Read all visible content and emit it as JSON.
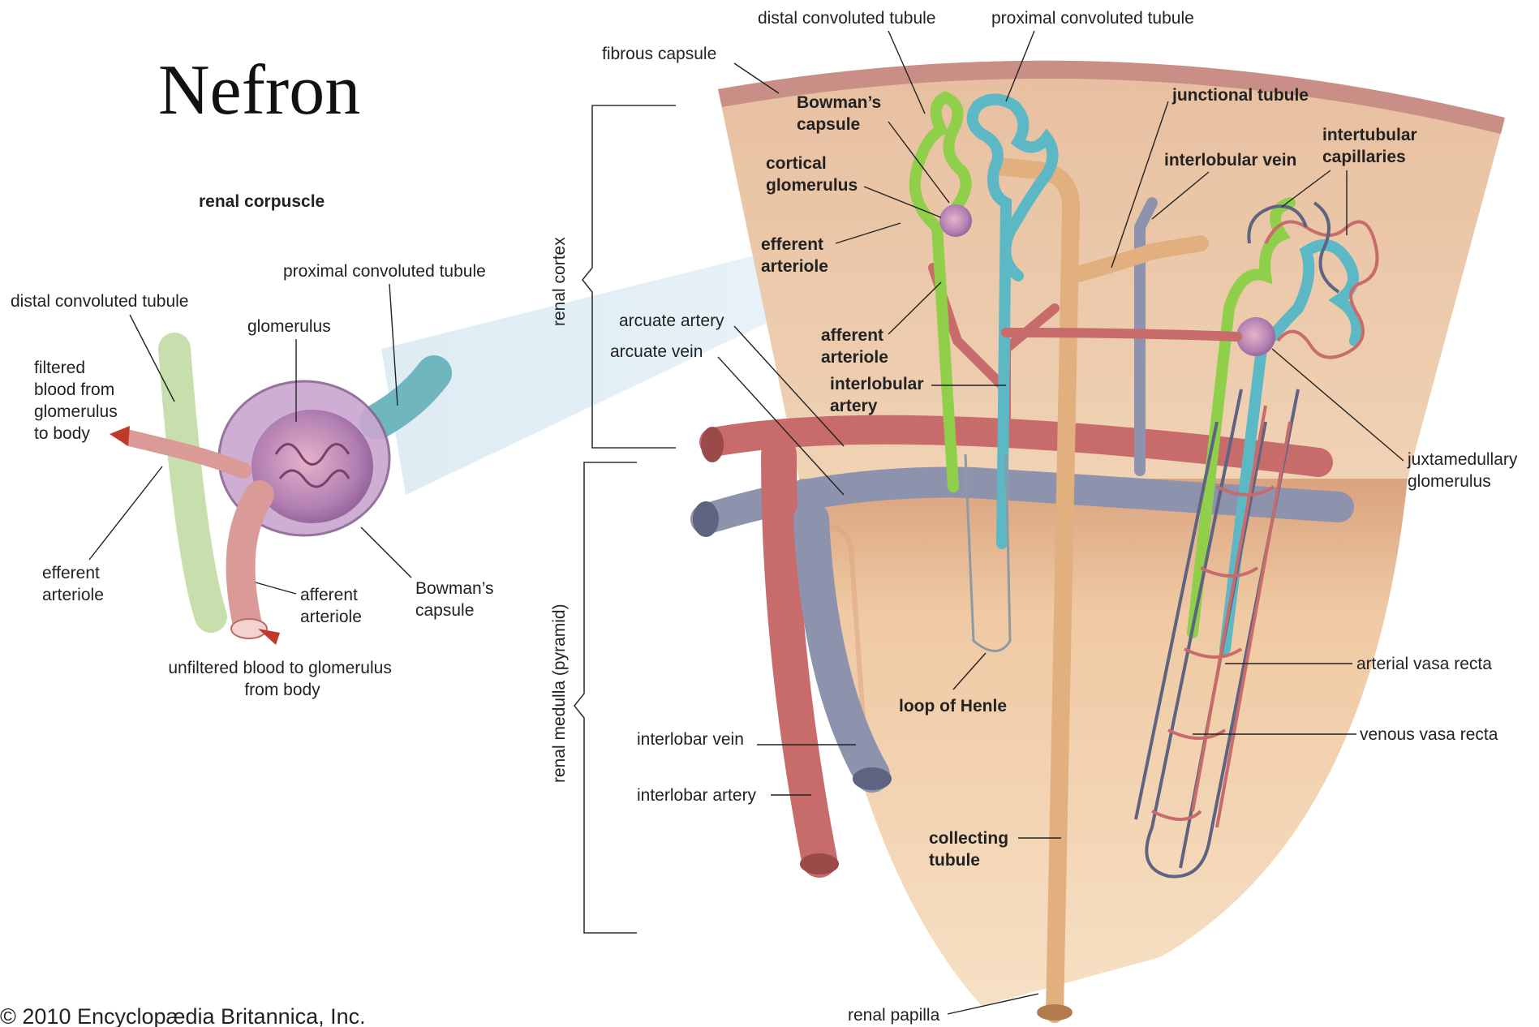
{
  "title": "Nefron",
  "copyright": "© 2010 Encyclopædia Britannica, Inc.",
  "corpuscle": {
    "heading": "renal corpuscle",
    "distal_convoluted_tubule": "distal convoluted tubule",
    "proximal_convoluted_tubule": "proximal convoluted tubule",
    "glomerulus": "glomerulus",
    "filtered_blood": [
      "filtered",
      "blood from",
      "glomerulus",
      "to body"
    ],
    "efferent_arteriole": [
      "efferent",
      "arteriole"
    ],
    "afferent_arteriole": [
      "afferent",
      "arteriole"
    ],
    "bowmans_capsule": [
      "Bowman’s",
      "capsule"
    ],
    "unfiltered_blood": [
      "unfiltered blood to glomerulus",
      "from body"
    ]
  },
  "nephron": {
    "distal_convoluted_tubule": "distal convoluted tubule",
    "proximal_convoluted_tubule": "proximal convoluted tubule",
    "fibrous_capsule": "fibrous capsule",
    "bowmans_capsule": [
      "Bowman’s",
      "capsule"
    ],
    "cortical_glomerulus": [
      "cortical",
      "glomerulus"
    ],
    "efferent_arteriole": [
      "efferent",
      "arteriole"
    ],
    "junctional_tubule": "junctional tubule",
    "interlobular_vein": "interlobular vein",
    "intertubular_capillaries": [
      "intertubular",
      "capillaries"
    ],
    "renal_cortex": "renal cortex",
    "arcuate_artery": "arcuate artery",
    "arcuate_vein": "arcuate vein",
    "afferent_arteriole": [
      "afferent",
      "arteriole"
    ],
    "interlobular_artery": [
      "interlobular",
      "artery"
    ],
    "juxtamedullary_glomerulus": [
      "juxtamedullary",
      "glomerulus"
    ],
    "arterial_vasa_recta": "arterial vasa recta",
    "venous_vasa_recta": "venous vasa recta",
    "loop_of_henle": "loop of Henle",
    "renal_medulla": "renal medulla (pyramid)",
    "interlobar_vein": "interlobar vein",
    "interlobar_artery": "interlobar artery",
    "collecting_tubule": [
      "collecting",
      "tubule"
    ],
    "renal_papilla": "renal papilla"
  },
  "colors": {
    "cortex": "#ecc9a8",
    "medulla": "#efcda9",
    "capsule_band": "#c98f86",
    "artery": "#c76b6b",
    "vein": "#8e93ad",
    "proximal_tubule": "#5cb8c4",
    "distal_tubule": "#8fcf4a",
    "collecting_tubule": "#e2b07e",
    "glomerulus": "#b68ab8"
  }
}
